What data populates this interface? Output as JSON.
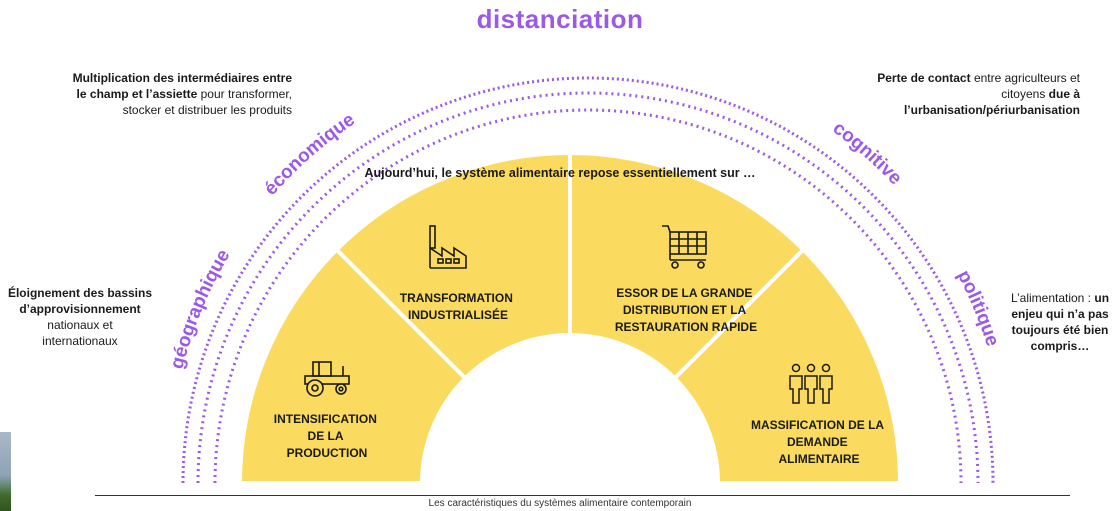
{
  "title": "distanciation",
  "intro": "Aujourd’hui, le système alimentaire repose essentiellement sur …",
  "caption": "Les caractéristiques du systèmes alimentaire contemporain",
  "dimensions": [
    "géographique",
    "économique",
    "cognitive",
    "politique"
  ],
  "segments": [
    {
      "lines": [
        "INTENSIFICATION",
        "DE LA",
        "PRODUCTION"
      ],
      "icon": "tractor-icon"
    },
    {
      "lines": [
        "TRANSFORMATION",
        "INDUSTRIALISÉE"
      ],
      "icon": "factory-icon"
    },
    {
      "lines": [
        "ESSOR DE LA GRANDE",
        "DISTRIBUTION ET LA",
        "RESTAURATION RAPIDE"
      ],
      "icon": "shopping-cart-icon"
    },
    {
      "lines": [
        "MASSIFICATION DE LA",
        "DEMANDE",
        "ALIMENTAIRE"
      ],
      "icon": "people-icon"
    }
  ],
  "notes": {
    "economique": {
      "bold1": "Multiplication des intermédiaires entre",
      "bold2": "le champ et l’assiette",
      "rest1": " pour transformer,",
      "rest2": "stocker et distribuer les produits"
    },
    "geographique": {
      "bold1": "Éloignement des bassins",
      "bold2": "d’approvisionnement",
      "rest1": "nationaux et",
      "rest2": "internationaux"
    },
    "cognitive": {
      "bold1": "Perte de contact",
      "rest1": " entre agriculteurs et",
      "rest2": "citoyens ",
      "bold2": "due à",
      "bold3": "l’urbanisation/périurbanisation"
    },
    "politique": {
      "rest1": "L’alimentation : ",
      "bold1": "un",
      "bold2": "enjeu qui n’a pas",
      "bold3": "toujours été bien",
      "bold4": "compris…"
    }
  },
  "colors": {
    "accent": "#9b59e6",
    "segment_fill": "#fadb5f",
    "divider": "#ffffff",
    "text": "#1a1a1a"
  }
}
